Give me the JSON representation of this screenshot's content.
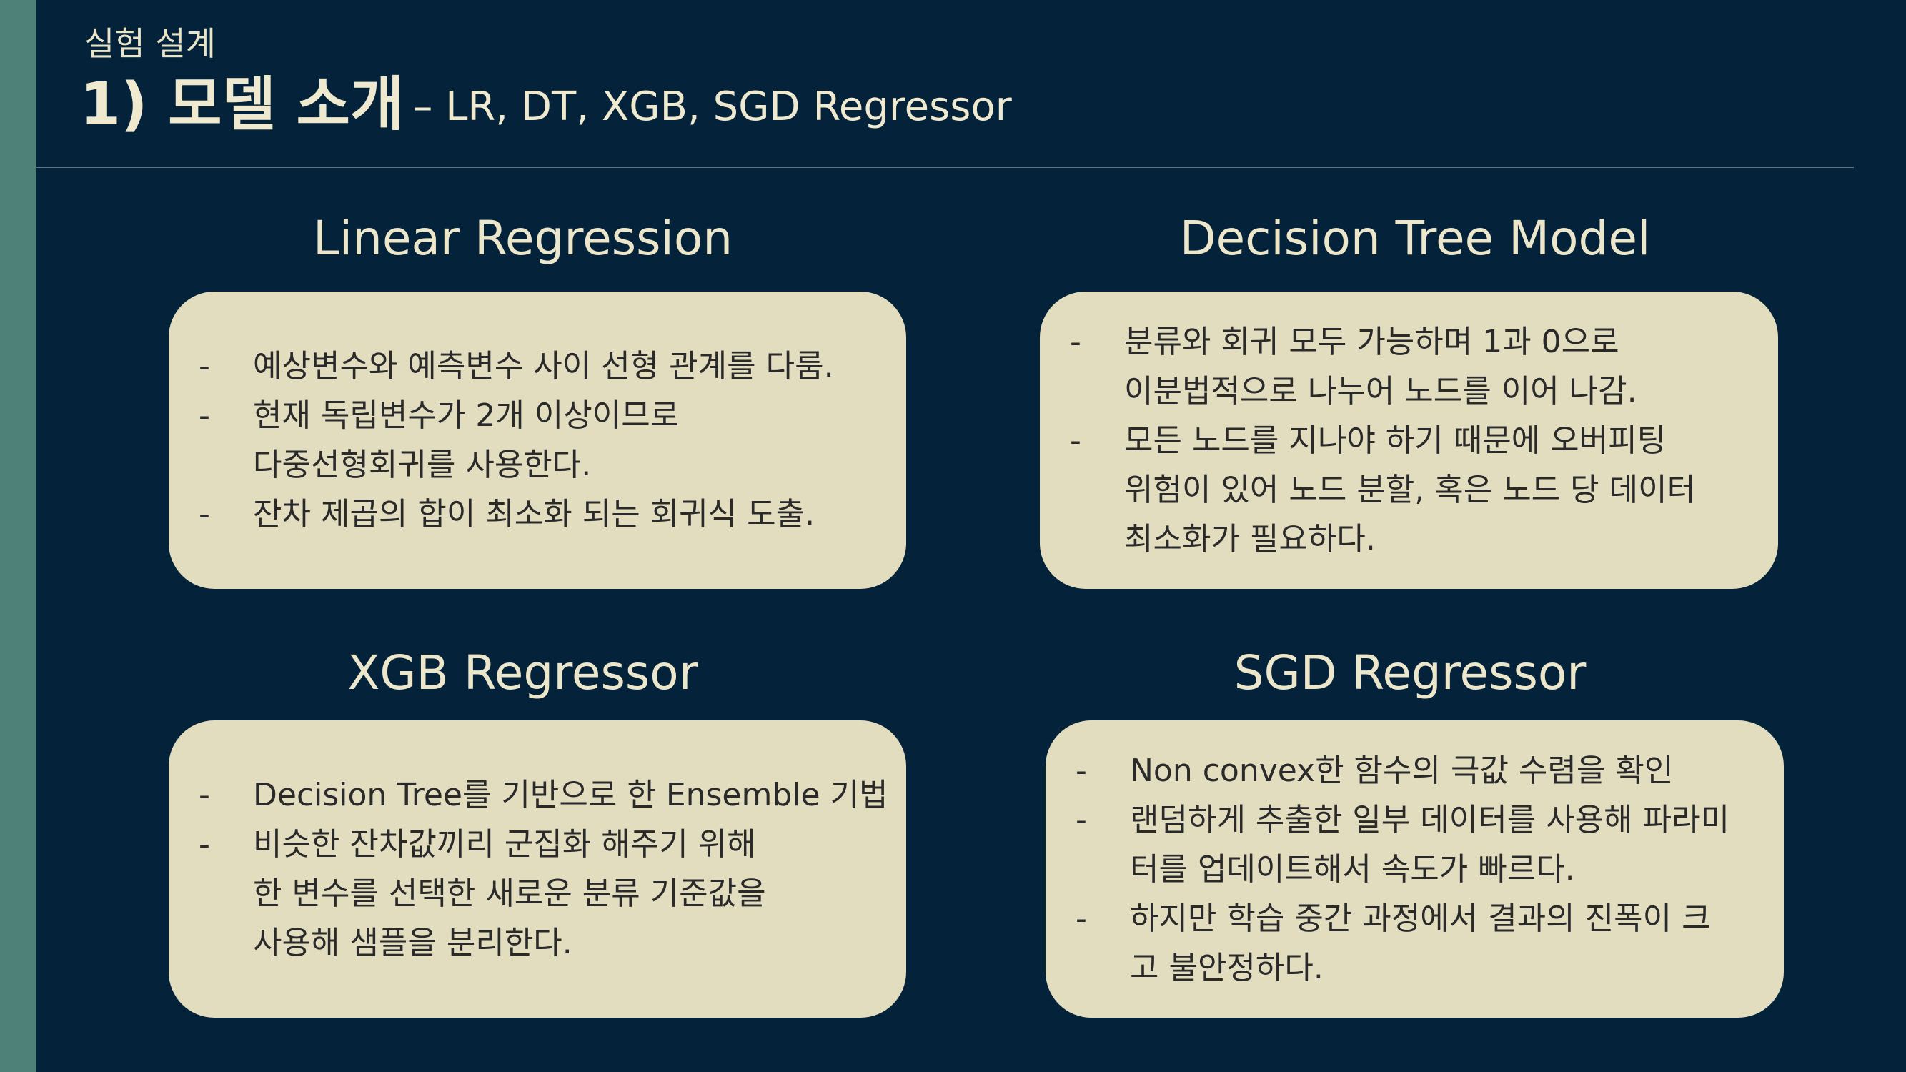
{
  "header": {
    "subtitle": "실험 설계",
    "title_main": "1) 모델 소개",
    "title_rest": "– LR, DT, XGB, SGD Regressor"
  },
  "panels": [
    {
      "title": "Linear Regression",
      "items": [
        [
          "예상변수와 예측변수 사이 선형 관계를 다룸."
        ],
        [
          "현재 독립변수가 2개 이상이므로",
          "다중선형회귀를 사용한다."
        ],
        [
          "잔차 제곱의 합이 최소화 되는 회귀식 도출."
        ]
      ]
    },
    {
      "title": "Decision Tree Model",
      "items": [
        [
          "분류와 회귀 모두 가능하며  1과 0으로",
          "이분법적으로 나누어 노드를 이어 나감."
        ],
        [
          "모든 노드를 지나야 하기 때문에 오버피팅",
          "위험이 있어 노드 분할, 혹은 노드 당 데이터",
          "최소화가 필요하다."
        ]
      ]
    },
    {
      "title": "XGB Regressor",
      "items": [
        [
          "Decision Tree를 기반으로 한 Ensemble 기법"
        ],
        [
          "비슷한 잔차값끼리 군집화 해주기 위해",
          "한 변수를 선택한 새로운 분류 기준값을",
          "사용해 샘플을 분리한다."
        ]
      ]
    },
    {
      "title": "SGD Regressor",
      "items": [
        [
          "Non convex한 함수의 극값 수렴을 확인"
        ],
        [
          "랜덤하게 추출한 일부 데이터를 사용해 파라미",
          "터를 업데이트해서 속도가 빠르다."
        ],
        [
          "하지만 학습 중간 과정에서 결과의 진폭이 크",
          "고 불안정하다."
        ]
      ]
    }
  ]
}
